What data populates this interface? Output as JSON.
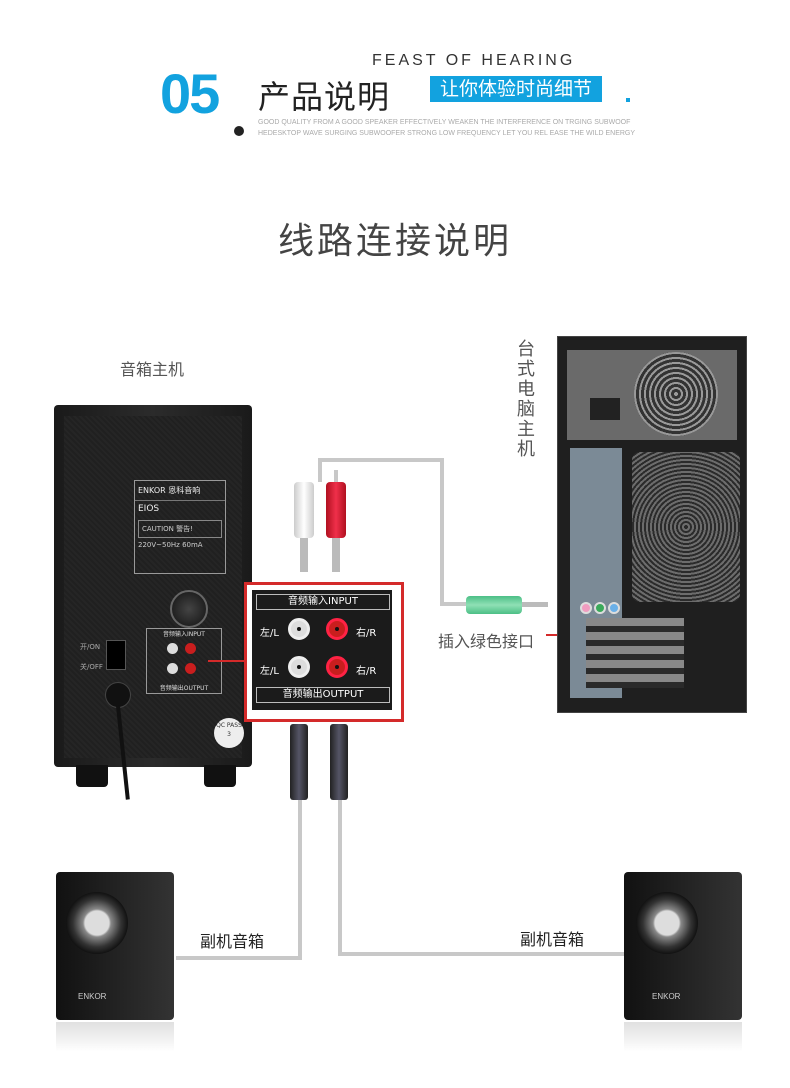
{
  "header": {
    "number": "05",
    "title_cn": "产品说明",
    "title_en": "FEAST OF HEARING",
    "slogan": "让你体验时尚细节",
    "tagline": "GOOD QUALITY FROM A GOOD SPEAKER EFFECTIVELY WEAKEN THE INTERFERENCE ON TRGING SUBWOOF HEDESKTOP WAVE SURGING SUBWOOFER STRONG LOW FREQUENCY LET YOU REL EASE THE WILD ENERGY"
  },
  "section_title": "线路连接说明",
  "labels": {
    "main_unit": "音箱主机",
    "pc": "台式电脑主机",
    "green_port": "插入绿色接口",
    "satellite_left": "副机音箱",
    "satellite_right": "副机音箱"
  },
  "main_unit": {
    "brand": "ENKOR 恩科音响",
    "model": "EIOS",
    "caution": "CAUTION 警告!",
    "power": "220V~50Hz 60mA",
    "switch_on": "开/ON",
    "switch_off": "关/OFF",
    "qc": "QC PASS 3",
    "panel_in": "音频输入INPUT",
    "panel_out": "音频输出OUTPUT"
  },
  "zoom_panel": {
    "input_title": "音频输入INPUT",
    "output_title": "音频输出OUTPUT",
    "left": "左/L",
    "right": "右/R"
  },
  "speaker_brand": "ENKOR",
  "colors": {
    "accent": "#12a2df",
    "highlight": "#d42a2a",
    "green_plug": "#5fcf9a"
  }
}
